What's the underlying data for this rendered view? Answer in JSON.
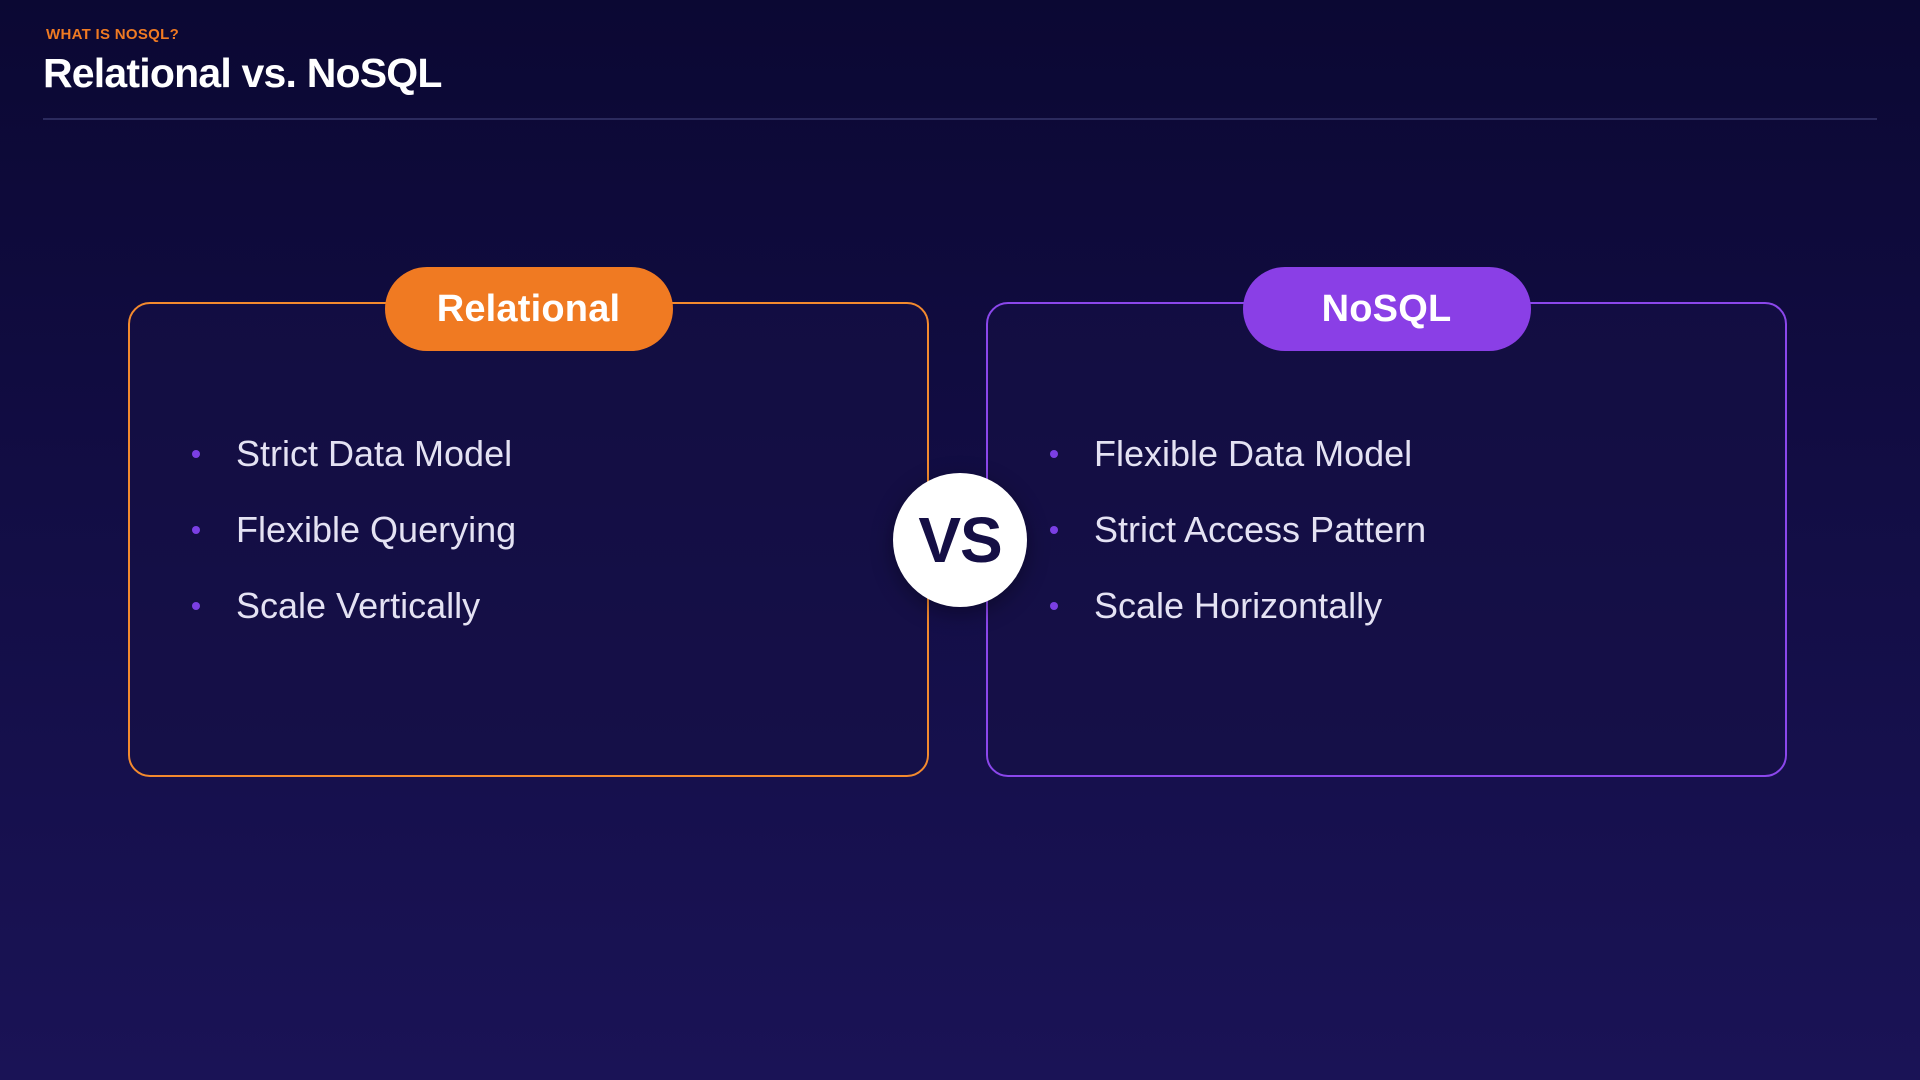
{
  "header": {
    "eyebrow": "WHAT IS NOSQL?",
    "title": "Relational vs. NoSQL"
  },
  "comparison": {
    "left": {
      "label": "Relational",
      "accent": "#f07a22",
      "items": [
        "Strict Data Model",
        "Flexible Querying",
        "Scale Vertically"
      ]
    },
    "center": {
      "label": "VS"
    },
    "right": {
      "label": "NoSQL",
      "accent": "#8a3fe6",
      "items": [
        "Flexible Data Model",
        "Strict Access Pattern",
        "Scale Horizontally"
      ]
    }
  },
  "colors": {
    "background": "#120d44",
    "bullet": "#7b3fe4",
    "text": "#e4e2f3"
  }
}
